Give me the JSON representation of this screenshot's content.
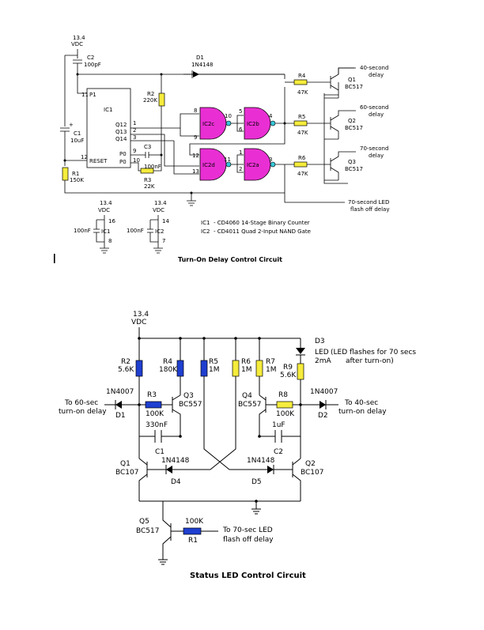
{
  "top": {
    "title": "Turn-On Delay Control Circuit",
    "supply_volts": "13.4",
    "supply_unit": "VDC",
    "components": {
      "c1": {
        "name": "C1",
        "value": "10uF",
        "polarity": "+"
      },
      "c2": {
        "name": "C2",
        "value": "100pF"
      },
      "c3": {
        "name": "C3",
        "value": "100nF"
      },
      "r1": {
        "name": "R1",
        "value": "150K"
      },
      "r2": {
        "name": "R2",
        "value": "220K"
      },
      "r3": {
        "name": "R3",
        "value": "22K"
      },
      "r4": {
        "name": "R4",
        "value": "47K"
      },
      "r5": {
        "name": "R5",
        "value": "47K"
      },
      "r6": {
        "name": "R6",
        "value": "47K"
      },
      "d1": {
        "name": "D1",
        "value": "1N4148"
      },
      "q1": {
        "name": "Q1",
        "value": "BC517"
      },
      "q2": {
        "name": "Q2",
        "value": "BC517"
      },
      "q3": {
        "name": "Q3",
        "value": "BC517"
      }
    },
    "ic1": {
      "label": "IC1",
      "pins": {
        "p1": "P1",
        "pin11": "11",
        "q12": "Q12",
        "q13": "Q13",
        "q14": "Q14",
        "p0a": "P0",
        "p0b": "P0",
        "reset": "RESET",
        "pin12": "12",
        "pin9": "9",
        "pin10": "10",
        "pin1": "1",
        "pin2": "2",
        "pin3": "3"
      }
    },
    "gates": {
      "ic2c": {
        "label": "IC2c",
        "in_a": "8",
        "in_b": "9",
        "out": "10"
      },
      "ic2b": {
        "label": "IC2b",
        "in_a": "5",
        "in_b": "6",
        "out": "4"
      },
      "ic2d": {
        "label": "IC2d",
        "in_a": "12",
        "in_b": "13",
        "out": "11"
      },
      "ic2a": {
        "label": "IC2a",
        "in_a": "1",
        "in_b": "2",
        "out": "3"
      }
    },
    "delays": {
      "d40": [
        "40-second",
        "delay"
      ],
      "d60": [
        "60-second",
        "delay"
      ],
      "d70": [
        "70-second",
        "delay"
      ],
      "flash": [
        "70-second LED",
        "flash off delay"
      ]
    },
    "power": {
      "ic1": {
        "volts": "13.4",
        "unit": "VDC",
        "pin_top": "16",
        "pin_bot": "8",
        "cap": "100nF",
        "label": "IC1"
      },
      "ic2": {
        "volts": "13.4",
        "unit": "VDC",
        "pin_top": "14",
        "pin_bot": "7",
        "cap": "100nF",
        "label": "IC2"
      }
    },
    "legend": [
      {
        "ref": "IC1",
        "desc": "-  CD4060 14-Stage Binary Counter"
      },
      {
        "ref": "IC2",
        "desc": "-  CD4011 Quad 2-Input NAND Gate"
      }
    ]
  },
  "bottom": {
    "title": "Status LED Control Circuit",
    "supply_volts": "13.4",
    "supply_unit": "VDC",
    "components": {
      "r1": {
        "name": "R1",
        "value": "100K"
      },
      "r2": {
        "name": "R2",
        "value": "5.6K"
      },
      "r3": {
        "name": "R3",
        "value": "100K"
      },
      "r4": {
        "name": "R4",
        "value": "180K"
      },
      "r5": {
        "name": "R5",
        "value": "1M"
      },
      "r6": {
        "name": "R6",
        "value": "1M"
      },
      "r7": {
        "name": "R7",
        "value": "1M"
      },
      "r8": {
        "name": "R8",
        "value": "100K"
      },
      "r9": {
        "name": "R9",
        "value": "5.6K"
      },
      "c1": {
        "name": "C1",
        "value": "330nF"
      },
      "c2": {
        "name": "C2",
        "value": "1uF"
      },
      "d1": {
        "name": "D1",
        "value": "1N4007"
      },
      "d2": {
        "name": "D2",
        "value": "1N4007"
      },
      "d3": {
        "name": "D3",
        "value": "LED",
        "current": "2mA"
      },
      "d4": {
        "name": "D4",
        "value": "1N4148"
      },
      "d5": {
        "name": "D5",
        "value": "1N4148"
      },
      "q1": {
        "name": "Q1",
        "value": "BC107"
      },
      "q2": {
        "name": "Q2",
        "value": "BC107"
      },
      "q3": {
        "name": "Q3",
        "value": "BC557"
      },
      "q4": {
        "name": "Q4",
        "value": "BC557"
      },
      "q5": {
        "name": "Q5",
        "value": "BC517"
      }
    },
    "led_note": [
      "(LED flashes for 70 secs",
      "after turn-on)"
    ],
    "in_60": [
      "To 60-sec",
      "turn-on delay"
    ],
    "in_40": [
      "To 40-sec",
      "turn-on delay"
    ],
    "in_70": [
      "To 70-sec LED",
      "flash off delay"
    ]
  }
}
